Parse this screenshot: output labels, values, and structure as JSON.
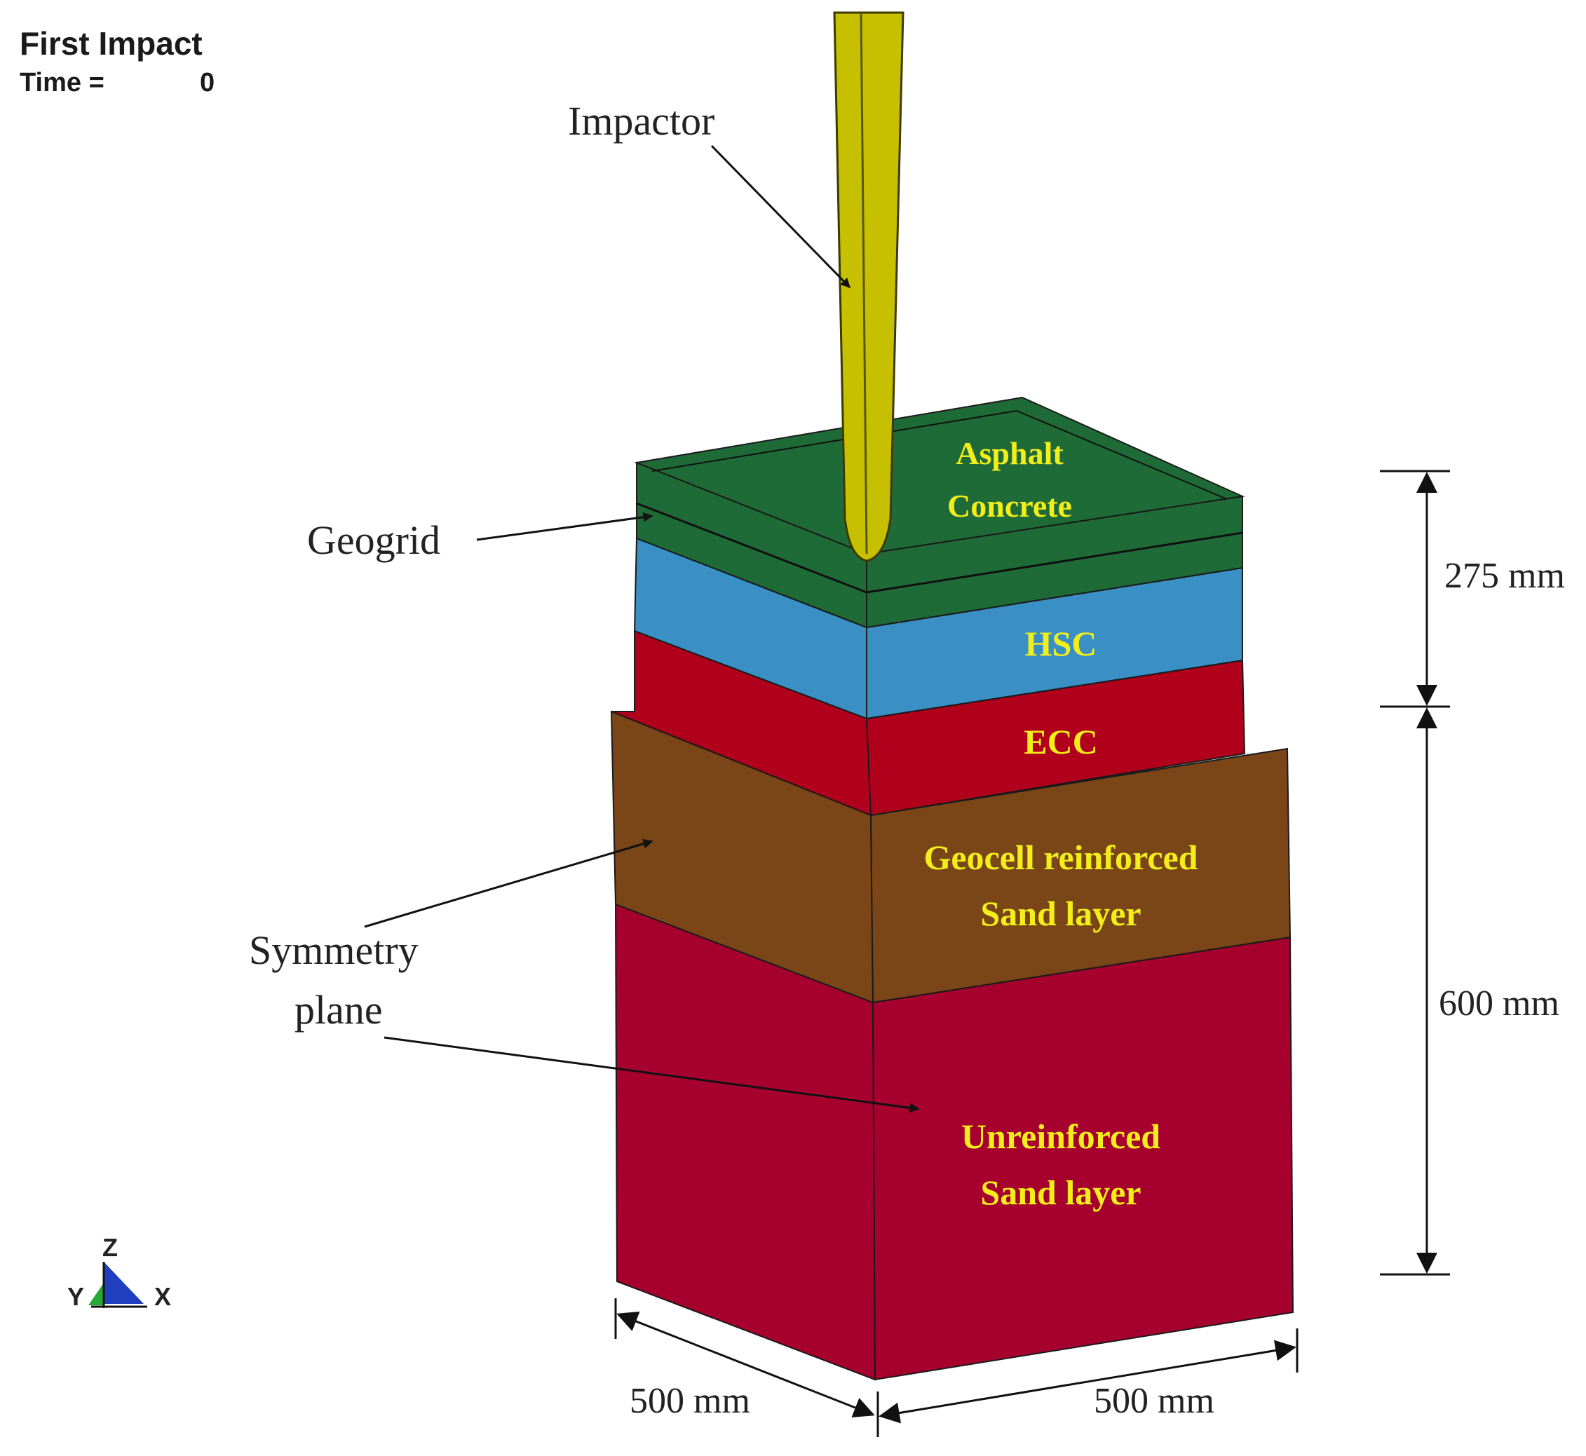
{
  "header": {
    "title": "First Impact",
    "time_label": "Time =",
    "time_value": "0"
  },
  "labels": {
    "impactor": "Impactor",
    "geogrid": "Geogrid",
    "symmetry_line1": "Symmetry",
    "symmetry_line2": "plane"
  },
  "layers": {
    "asphalt": {
      "line1": "Asphalt",
      "line2": "Concrete",
      "color": "#1f6b38"
    },
    "hsc": {
      "label": "HSC",
      "color": "#3a8fc4"
    },
    "ecc": {
      "label": "ECC",
      "color": "#b0001c"
    },
    "geocell": {
      "line1": "Geocell reinforced",
      "line2": "Sand layer",
      "color": "#7a4618"
    },
    "unreinforced": {
      "line1": "Unreinforced",
      "line2": "Sand layer",
      "color": "#a6002e"
    }
  },
  "dimensions": {
    "top_height": "275 mm",
    "bottom_height": "600 mm",
    "width_left": "500 mm",
    "width_right": "500 mm"
  },
  "axes_triad": {
    "z": "Z",
    "y": "Y",
    "x": "X"
  },
  "colors": {
    "impactor": "#c6c000",
    "label_text": "#f2ee1a"
  }
}
